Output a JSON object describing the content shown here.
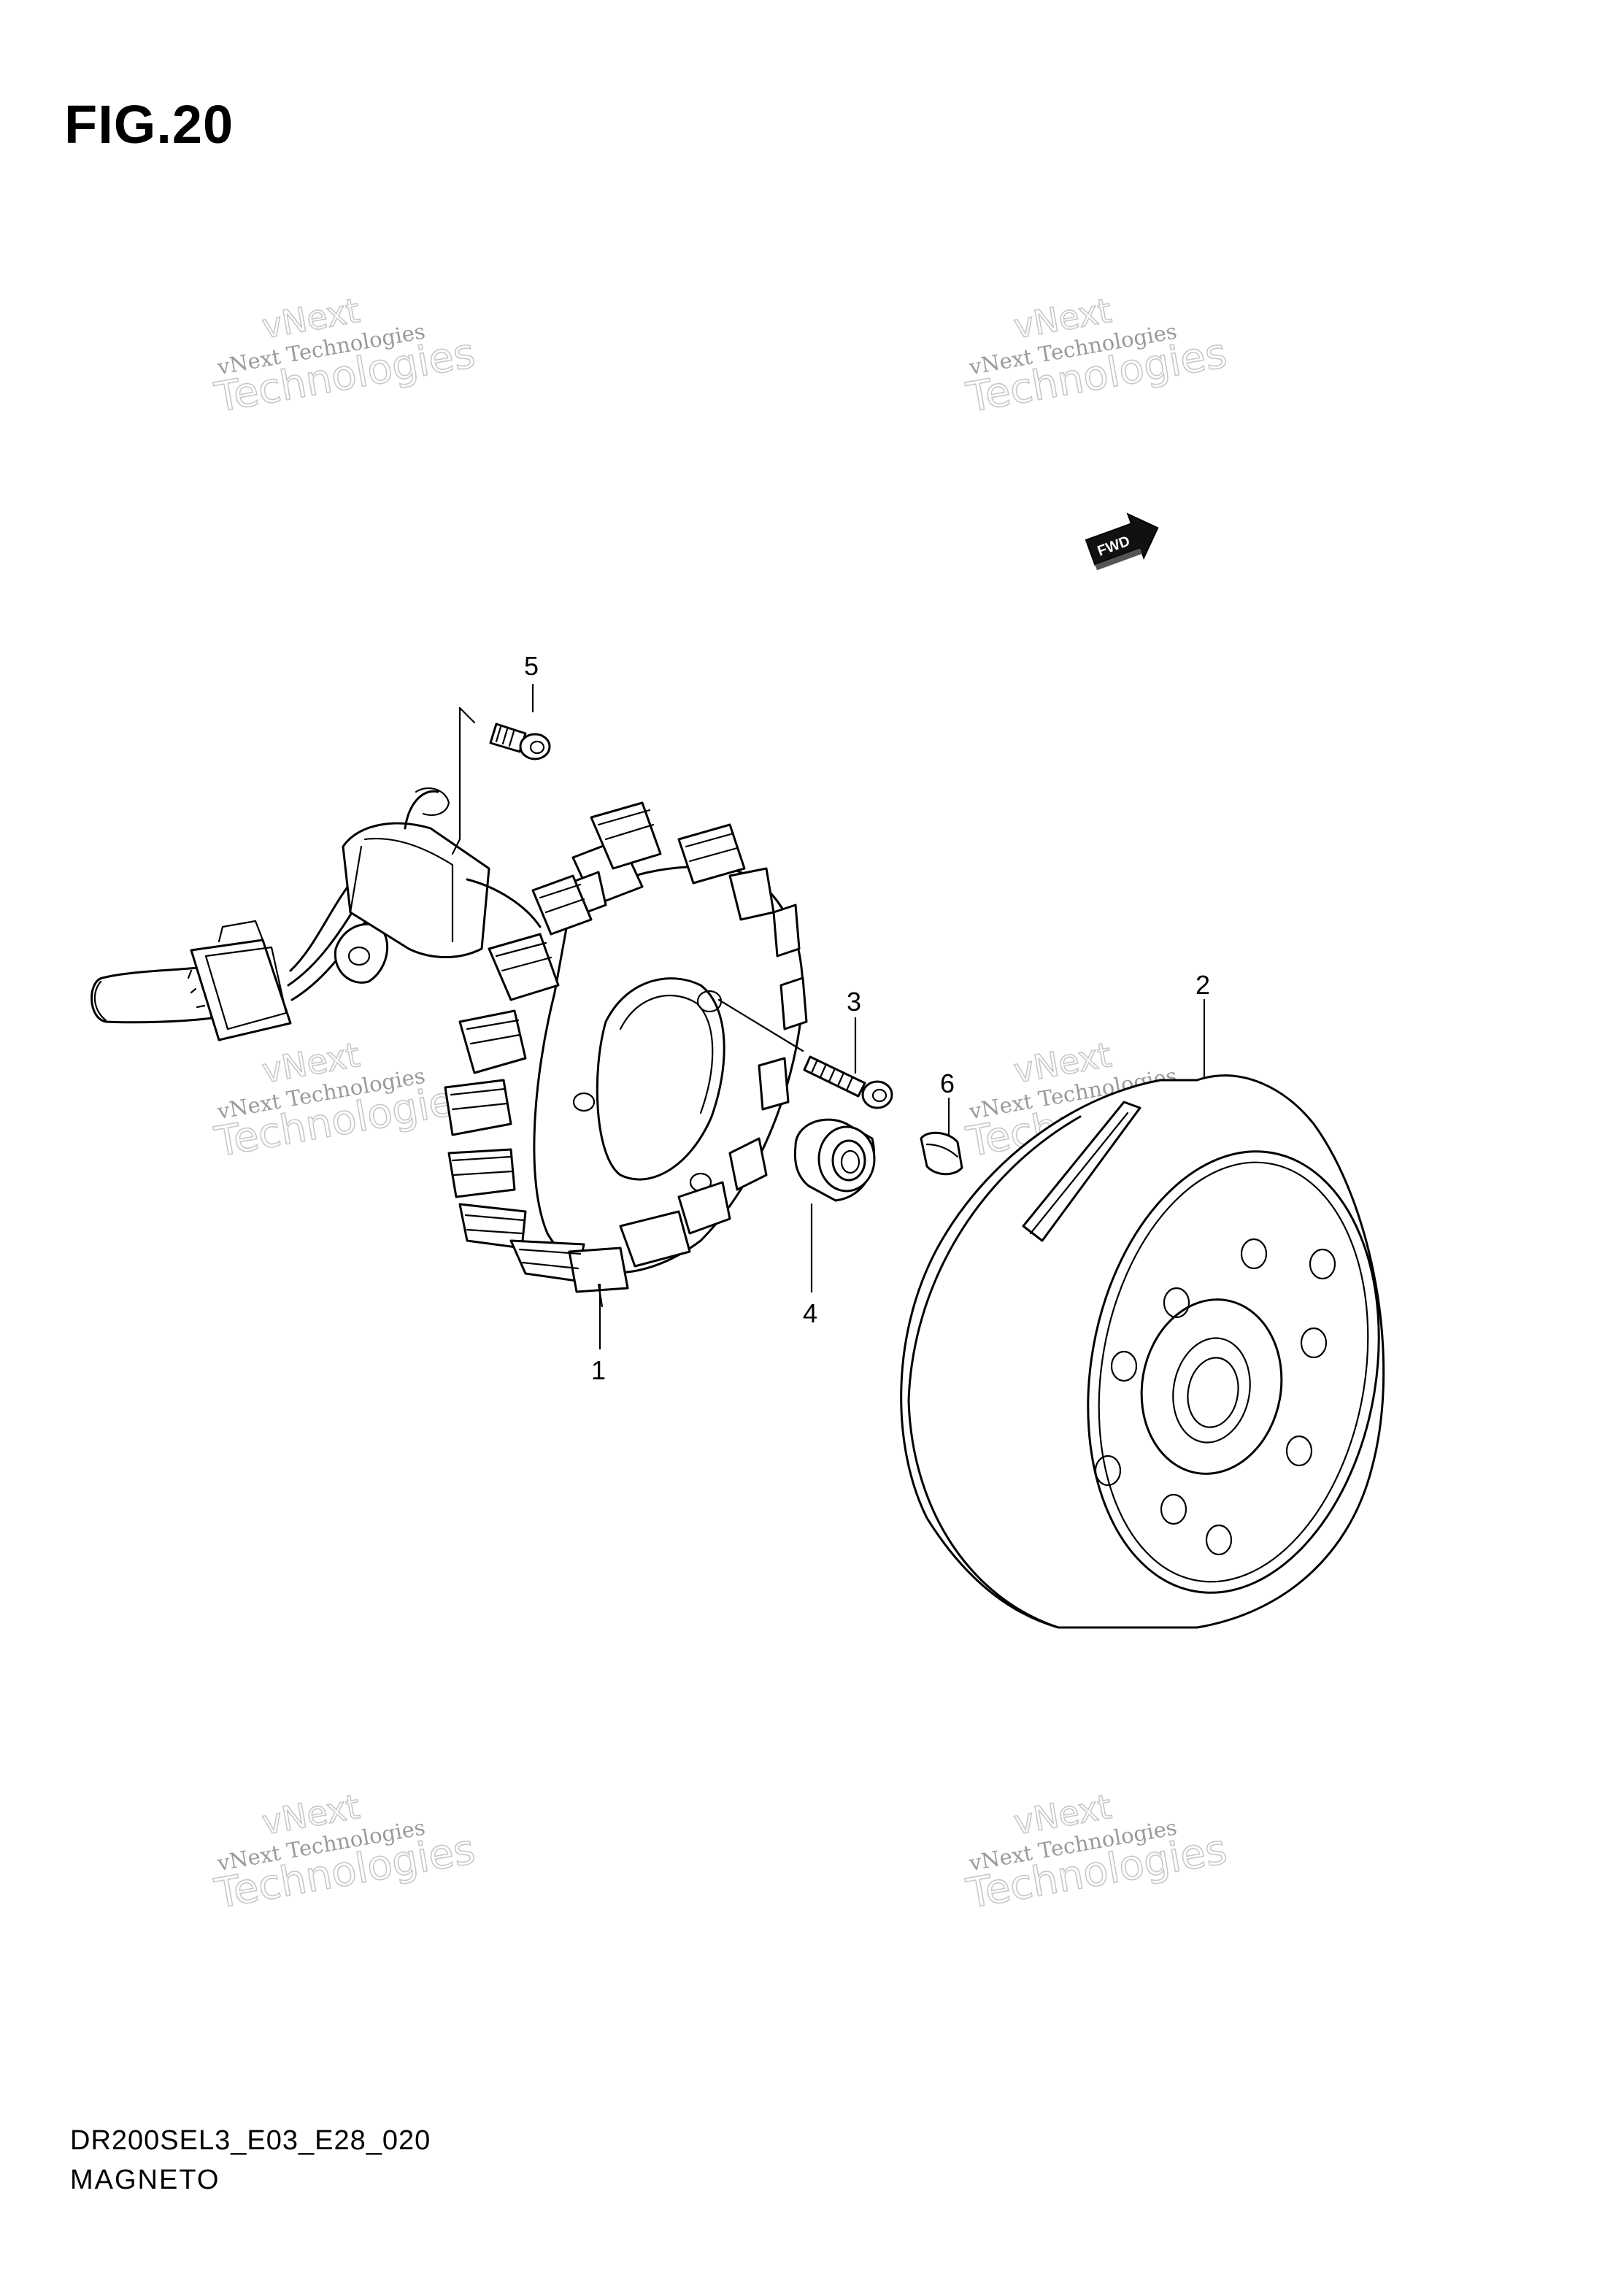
{
  "figure": {
    "title": "FIG.20"
  },
  "footer": {
    "code": "DR200SEL3_E03_E28_020",
    "name": "MAGNETO"
  },
  "direction_marker": {
    "label": "FWD"
  },
  "watermark": {
    "line1": "vNext",
    "line2": "vNext Technologies",
    "line3": "Technologies"
  },
  "parts": [
    {
      "ref": "1",
      "name": "stator"
    },
    {
      "ref": "2",
      "name": "rotor"
    },
    {
      "ref": "3",
      "name": "bolt"
    },
    {
      "ref": "4",
      "name": "nut"
    },
    {
      "ref": "5",
      "name": "screw"
    },
    {
      "ref": "6",
      "name": "key"
    }
  ]
}
